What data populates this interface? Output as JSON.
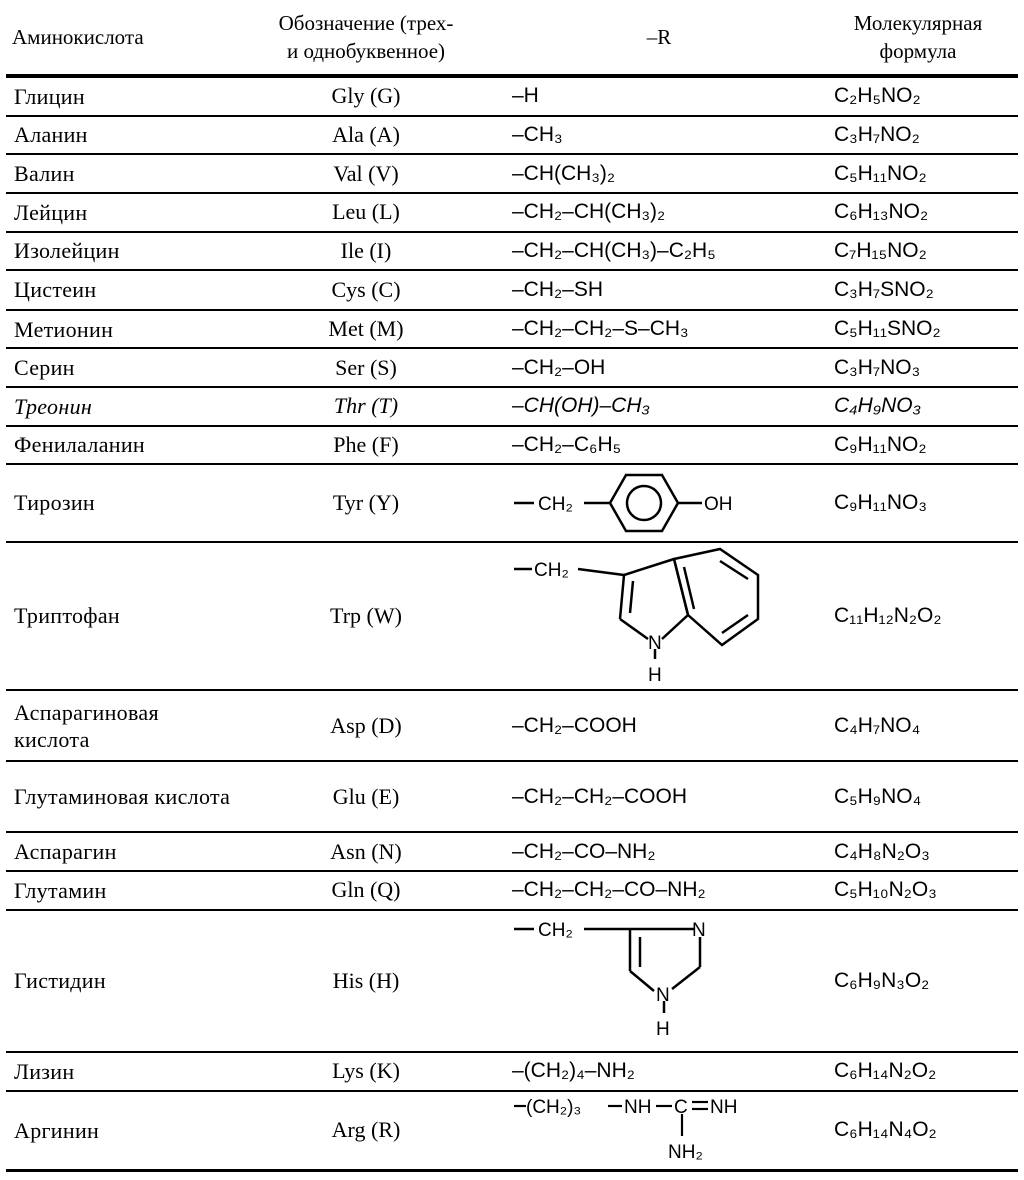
{
  "headers": {
    "amino_acid": "Аминокислота",
    "designation_line1": "Обозначение (трех-",
    "designation_line2": "и однобуквенное)",
    "r_group": "–R",
    "formula_line1": "Молекулярная",
    "formula_line2": "формула"
  },
  "rows": [
    {
      "name": "Глицин",
      "code": "Gly (G)",
      "r": "–H",
      "formula": "C₂H₅NO₂"
    },
    {
      "name": "Аланин",
      "code": "Ala (A)",
      "r": "–CH₃",
      "formula": "C₃H₇NO₂"
    },
    {
      "name": "Валин",
      "code": "Val (V)",
      "r": "–CH(CH₃)₂",
      "formula": "C₅H₁₁NO₂"
    },
    {
      "name": "Лейцин",
      "code": "Leu (L)",
      "r": "–CH₂–CH(CH₃)₂",
      "formula": "C₆H₁₃NO₂"
    },
    {
      "name": "Изолейцин",
      "code": "Ile (I)",
      "r": "–CH₂–CH(CH₃)–C₂H₅",
      "formula": "C₇H₁₅NO₂"
    },
    {
      "name": "Цистеин",
      "code": "Cys (C)",
      "r": "–CH₂–SH",
      "formula": "C₃H₇SNO₂"
    },
    {
      "name": "Метионин",
      "code": "Met (M)",
      "r": "–CH₂–CH₂–S–CH₃",
      "formula": "C₅H₁₁SNO₂"
    },
    {
      "name": "Серин",
      "code": "Ser (S)",
      "r": "–CH₂–OH",
      "formula": "C₃H₇NO₃"
    },
    {
      "name": "Треонин",
      "code": "Thr (T)",
      "r": "–CH(OH)–CH₃",
      "formula": "C₄H₉NO₃"
    },
    {
      "name": "Фенилаланин",
      "code": "Phe (F)",
      "r": "–CH₂–C₆H₅",
      "formula": "C₉H₁₁NO₂"
    },
    {
      "name": "Тирозин",
      "code": "Tyr (Y)",
      "r_labels": {
        "ch2": "CH₂",
        "oh": "OH"
      },
      "formula": "C₉H₁₁NO₃"
    },
    {
      "name": "Триптофан",
      "code": "Trp (W)",
      "r_labels": {
        "ch2": "CH₂",
        "n": "N",
        "h": "H"
      },
      "formula": "C₁₁H₁₂N₂O₂"
    },
    {
      "name": "Аспарагиновая кислота",
      "code": "Asp (D)",
      "r": "–CH₂–COOH",
      "formula": "C₄H₇NO₄"
    },
    {
      "name": "Глутаминовая кислота",
      "code": "Glu (E)",
      "r": "–CH₂–CH₂–COOH",
      "formula": "C₅H₉NO₄"
    },
    {
      "name": "Аспарагин",
      "code": "Asn (N)",
      "r": "–CH₂–CO–NH₂",
      "formula": "C₄H₈N₂O₃"
    },
    {
      "name": "Глутамин",
      "code": "Gln (Q)",
      "r": "–CH₂–CH₂–CO–NH₂",
      "formula": "C₅H₁₀N₂O₃"
    },
    {
      "name": "Гистидин",
      "code": "His (H)",
      "r_labels": {
        "ch2": "CH₂",
        "n_top": "N",
        "n_bottom": "N",
        "h": "H"
      },
      "formula": "C₆H₉N₃O₂"
    },
    {
      "name": "Лизин",
      "code": "Lys (K)",
      "r": "–(CH₂)₄–NH₂",
      "formula": "C₆H₁₄N₂O₂"
    },
    {
      "name": "Аргинин",
      "code": "Arg (R)",
      "r_labels": {
        "chain": "(CH₂)₃",
        "nh1": "NH",
        "c": "C",
        "nh2": "NH",
        "nh2_amine": "NH₂"
      },
      "formula": "C₆H₁₄N₄O₂"
    }
  ]
}
